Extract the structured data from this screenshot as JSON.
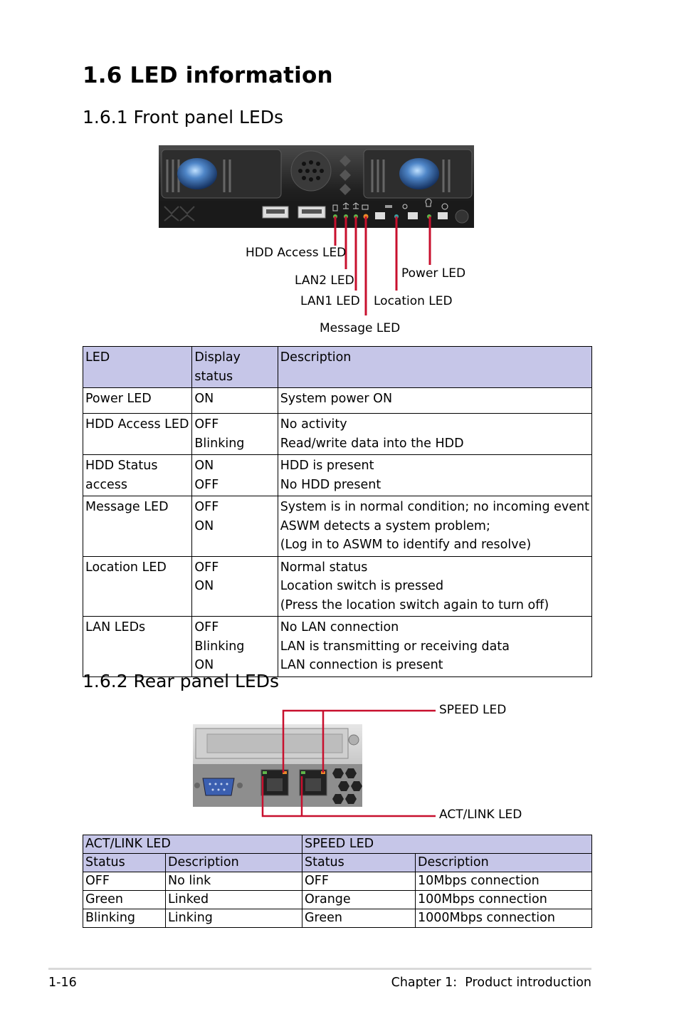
{
  "page": {
    "title": "1.6 LED information",
    "front_section_title": "1.6.1 Front panel LEDs",
    "rear_section_title": "1.6.2 Rear panel LEDs"
  },
  "front_callouts": {
    "hdd_access": "HDD Access LED",
    "lan2": "LAN2 LED",
    "lan1": "LAN1 LED",
    "message": "Message LED",
    "location": "Location LED",
    "power": "Power LED"
  },
  "front_table": {
    "headers": [
      "LED",
      "Display status",
      "Description"
    ],
    "rows": [
      {
        "led": "Power LED",
        "status": [
          "ON"
        ],
        "desc": [
          "System power ON"
        ]
      },
      {
        "led": "HDD Access LED",
        "status": [
          "OFF",
          "Blinking"
        ],
        "desc": [
          "No activity",
          "Read/write data into the HDD"
        ]
      },
      {
        "led": "HDD Status access",
        "status": [
          "ON",
          "OFF"
        ],
        "desc": [
          "HDD is present",
          "No HDD present"
        ]
      },
      {
        "led": "Message LED",
        "status": [
          "OFF",
          "ON"
        ],
        "desc": [
          "System is in normal condition; no incoming event",
          "ASWM detects a system problem;",
          "(Log in to ASWM to identify and resolve)"
        ]
      },
      {
        "led": "Location LED",
        "status": [
          "OFF",
          "ON"
        ],
        "desc": [
          "Normal status",
          "Location switch is pressed",
          "(Press the location switch again to turn off)"
        ]
      },
      {
        "led": "LAN LEDs",
        "status": [
          "OFF",
          "Blinking",
          "ON"
        ],
        "desc": [
          "No LAN connection",
          "LAN is transmitting or receiving data",
          "LAN connection is present"
        ]
      }
    ]
  },
  "rear_callouts": {
    "speed": "SPEED LED",
    "act_link": "ACT/LINK LED"
  },
  "rear_table": {
    "group_headers": [
      "ACT/LINK LED",
      "SPEED LED"
    ],
    "sub_headers": [
      "Status",
      "Description",
      "Status",
      "Description"
    ],
    "rows": [
      [
        "OFF",
        "No link",
        "OFF",
        "10Mbps connection"
      ],
      [
        "Green",
        "Linked",
        "Orange",
        "100Mbps connection"
      ],
      [
        "Blinking",
        "Linking",
        "Green",
        "1000Mbps connection"
      ]
    ]
  },
  "footer": {
    "page_number": "1-16",
    "chapter": "Chapter 1:  Product introduction"
  },
  "colors": {
    "table_header": "#c6c6e8",
    "callout_line": "#c8102e"
  }
}
